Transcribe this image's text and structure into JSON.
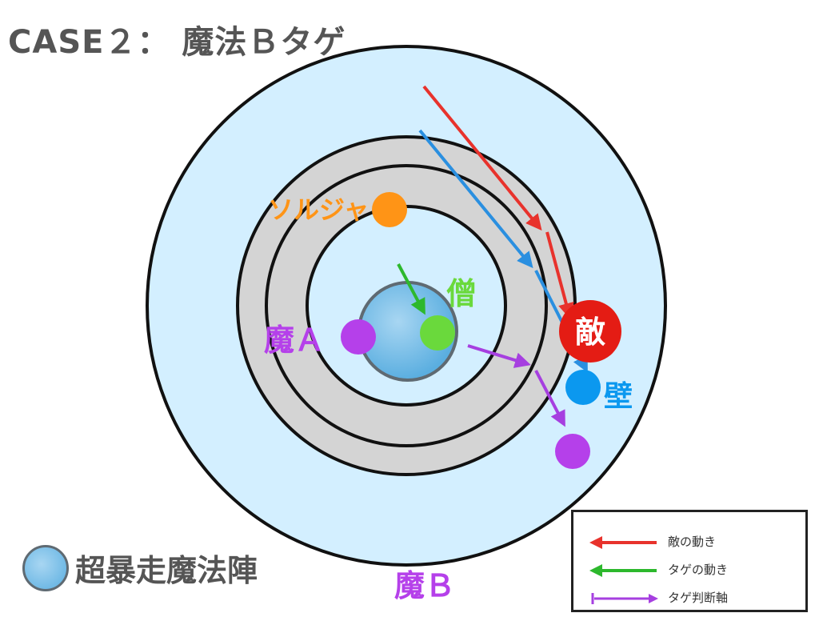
{
  "title": "CASE２： 魔法Ｂタゲ",
  "labels": {
    "soldier": "ソルジャ",
    "priest": "僧",
    "mage_a": "魔Ａ",
    "enemy": "敵",
    "wall": "壁",
    "mage_b": "魔Ｂ"
  },
  "key": {
    "label": "超暴走魔法陣"
  },
  "legend": [
    {
      "label": "敵の動き",
      "color": "#e8322c"
    },
    {
      "label": "タゲの動き",
      "color": "#2db82d"
    },
    {
      "label": "タゲ判断軸",
      "color": "#a63fe0"
    }
  ],
  "colors": {
    "outer_field": "#d3efff",
    "ring_gray": "#d4d4d4",
    "circle_blue": "#6fb9e8",
    "enemy": "#e41c14",
    "wall": "#0b98ef",
    "soldier": "#ff9416",
    "priest": "#6ad93c",
    "mage": "#b540ea"
  }
}
